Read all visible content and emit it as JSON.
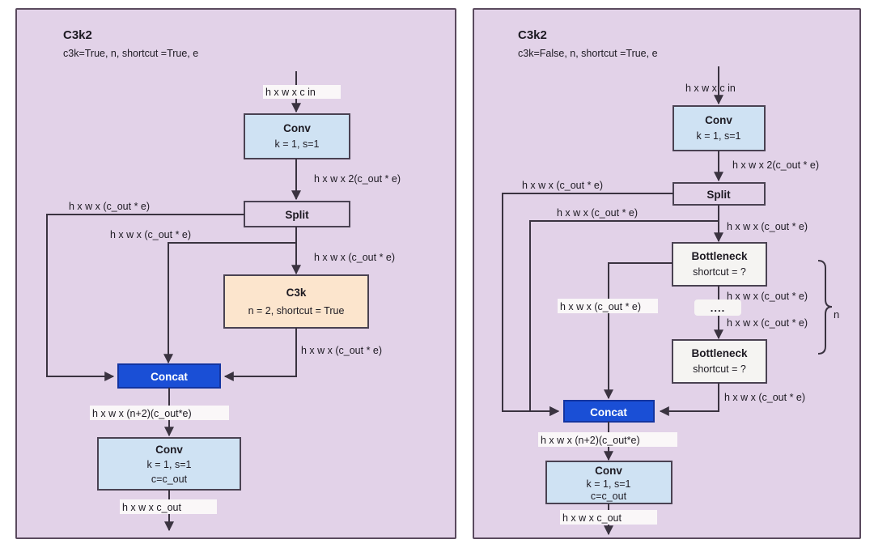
{
  "diagram": {
    "title": "C3k2 module block diagrams",
    "panels": [
      {
        "id": "left",
        "title": "C3k2",
        "subtitle": "c3k=True, n, shortcut =True, e",
        "nodes": {
          "conv_top": {
            "title": "Conv",
            "line2": "k = 1, s=1"
          },
          "split": {
            "title": "Split"
          },
          "c3k": {
            "title": "C3k",
            "line2": "n = 2, shortcut = True"
          },
          "concat": {
            "title": "Concat"
          },
          "conv_bottom": {
            "title": "Conv",
            "line2": "k = 1, s=1",
            "line3": "c=c_out"
          }
        },
        "edge_labels": {
          "input": "h x w x c  in",
          "conv_to_split": "h x w x 2(c_out * e)",
          "split_skip_1": "h x w x (c_out * e)",
          "split_skip_2": "h x w x (c_out * e)",
          "split_to_c3k": "h x w x (c_out * e)",
          "c3k_to_concat": "h x w x (c_out * e)",
          "concat_to_conv": "h x w x (n+2)(c_out*e)",
          "output": "h x w x c_out"
        }
      },
      {
        "id": "right",
        "title": "C3k2",
        "subtitle": "c3k=False, n, shortcut =True, e",
        "nodes": {
          "conv_top": {
            "title": "Conv",
            "line2": "k = 1, s=1"
          },
          "split": {
            "title": "Split"
          },
          "bottleneck_1": {
            "title": "Bottleneck",
            "line2": "shortcut = ?"
          },
          "ellipsis": {
            "title": "...."
          },
          "bottleneck_n": {
            "title": "Bottleneck",
            "line2": "shortcut = ?"
          },
          "concat": {
            "title": "Concat"
          },
          "conv_bottom": {
            "title": "Conv",
            "line2": "k = 1, s=1",
            "line3": "c=c_out"
          }
        },
        "repeat_label": "n",
        "edge_labels": {
          "input": "h x w x c  in",
          "conv_to_split": "h x w x 2(c_out * e)",
          "split_skip_1": "h x w x (c_out * e)",
          "split_skip_2": "h x w x (c_out * e)",
          "split_to_bneck": "h x w x (c_out * e)",
          "bneck1_skip": "h x w x (c_out * e)",
          "bneck1_to_dots": "h x w x (c_out * e)",
          "dots_to_bneckn": "h x w x (c_out * e)",
          "bneckn_to_concat": "h x w x (c_out * e)",
          "concat_to_conv": "h x w x (n+2)(c_out*e)",
          "output": "h x w x c_out"
        }
      }
    ],
    "colors": {
      "panel_bg": "#e2d2e8",
      "conv_fill": "#cfe2f3",
      "c3k_fill": "#fce5cd",
      "concat_fill": "#1a4fd6",
      "bottleneck_fill": "#f5f4f2",
      "edge_stroke": "#3a3340"
    }
  }
}
